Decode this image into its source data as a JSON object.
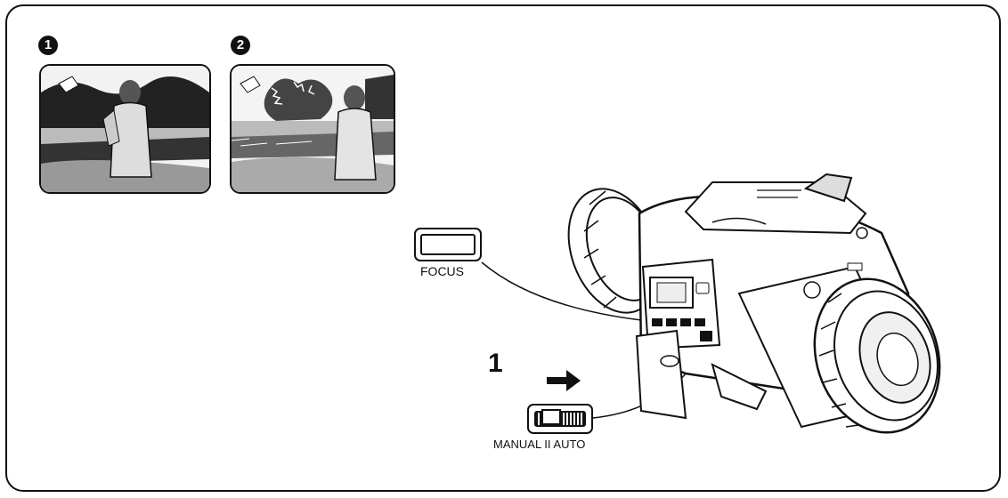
{
  "badges": {
    "first": "1",
    "second": "2"
  },
  "focus_button": {
    "label": "FOCUS"
  },
  "step": {
    "number": "1"
  },
  "switch": {
    "label": "MANUAL II AUTO"
  },
  "icons": [
    "arrow-right-icon",
    "camcorder-illustration"
  ]
}
